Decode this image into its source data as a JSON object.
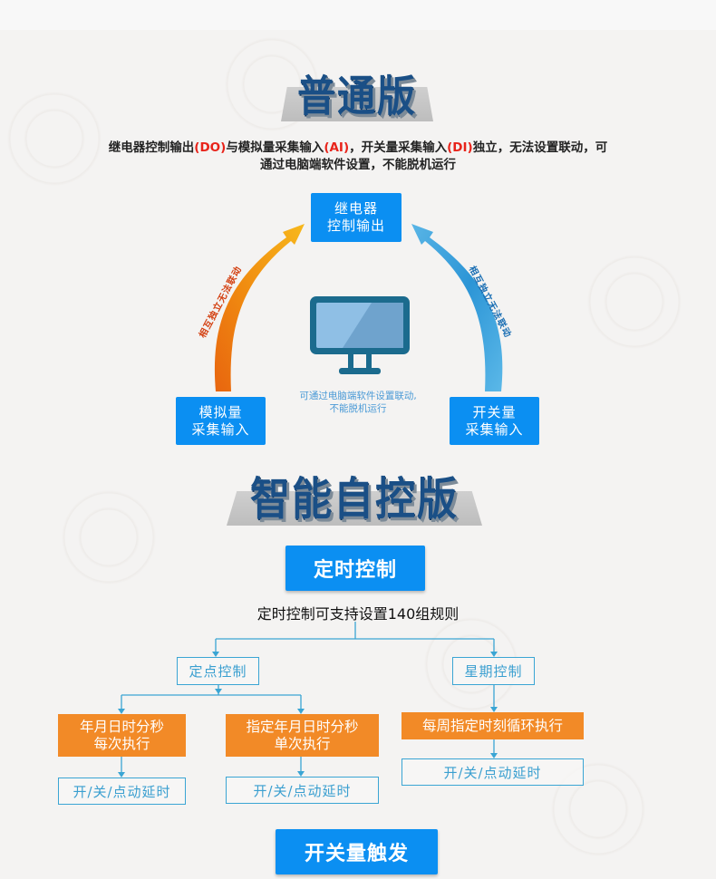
{
  "basic_section": {
    "title": "普通版",
    "description": {
      "part1": "继电器控制输出",
      "do_tag": "(DO)",
      "part2": "与模拟量采集输入",
      "ai_tag": "(AI)",
      "part3": "，开关量采集输入",
      "di_tag": "(DI)",
      "part4": "独立，无法设置联动，可",
      "line2": "通过电脑端软件设置，不能脱机运行"
    },
    "relay_box": {
      "line1": "继电器",
      "line2": "控制输出"
    },
    "analog_box": {
      "line1": "模拟量",
      "line2": "采集输入"
    },
    "switch_box": {
      "line1": "开关量",
      "line2": "采集输入"
    },
    "left_arrow_label": "相互独立无法联动",
    "right_arrow_label": "相互独立无法联动",
    "monitor_icon": "monitor-icon",
    "monitor_caption": {
      "line1": "可通过电脑端软件设置联动,",
      "line2": "不能脱机运行"
    },
    "colors": {
      "left_arrow_start": "#e8650f",
      "left_arrow_end": "#f7b81c",
      "right_arrow_start": "#5bb8e8",
      "right_arrow_end": "#2c95d6",
      "box_blue": "#0b8ff2"
    }
  },
  "smart_section": {
    "title": "智能自控版",
    "timer_button": "定时控制",
    "rules_text": "定时控制可支持设置140组规则",
    "fixed_point": "定点控制",
    "weekly": "星期控制",
    "every_time": {
      "line1": "年月日时分秒",
      "line2": "每次执行"
    },
    "once": {
      "line1": "指定年月日时分秒",
      "line2": "单次执行"
    },
    "weekly_cycle": "每周指定时刻循环执行",
    "action1": "开/关/点动延时",
    "action2": "开/关/点动延时",
    "action3": "开/关/点动延时",
    "switch_trigger_button": "开关量触发",
    "colors": {
      "orange": "#f28a27",
      "line_blue": "#3aa5d4",
      "title_navy": "#1a4f86"
    }
  }
}
